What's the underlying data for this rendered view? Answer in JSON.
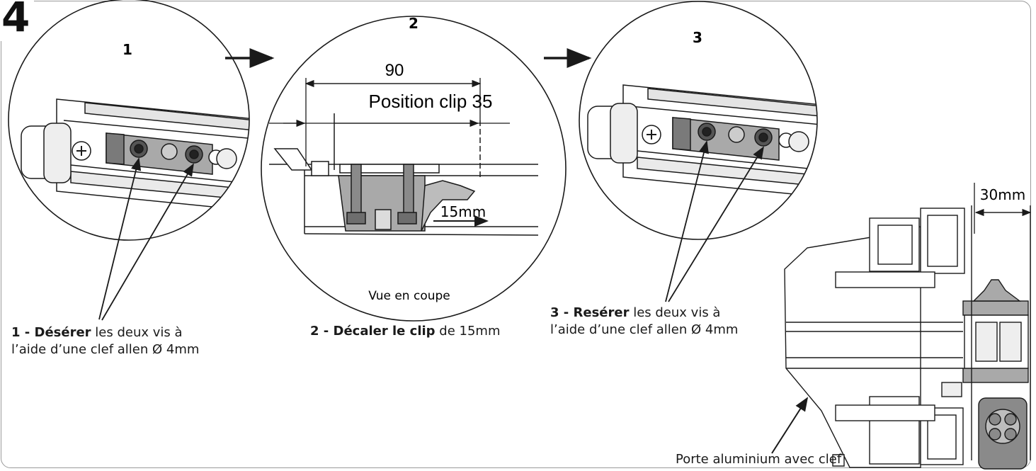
{
  "step_number": "4",
  "circles": [
    {
      "label": "1"
    },
    {
      "label": "2"
    },
    {
      "label": "3"
    }
  ],
  "dimensions": {
    "d90": "90",
    "position_clip": "Position clip 35",
    "offset_15mm": "15mm",
    "vue_en_coupe": "Vue en coupe",
    "gap_30mm": "30mm"
  },
  "captions": {
    "step1_bold": "1 - Désérer",
    "step1_line1": " les deux vis à",
    "step1_line2": "l’aide d’une clef allen Ø 4mm",
    "step2_bold": "2 - Décaler le clip",
    "step2_rest": " de 15mm",
    "step3_bold": "3 - Resérer",
    "step3_line1": " les deux vis à",
    "step3_line2": "l’aide d’une clef allen Ø 4mm",
    "door_label": "Porte aluminium avec clef"
  },
  "colors": {
    "line": "#1a1a1a",
    "part_gray": "#a9a9a9",
    "part_dark": "#7a7a7a",
    "frame": "#9a9a9a"
  }
}
